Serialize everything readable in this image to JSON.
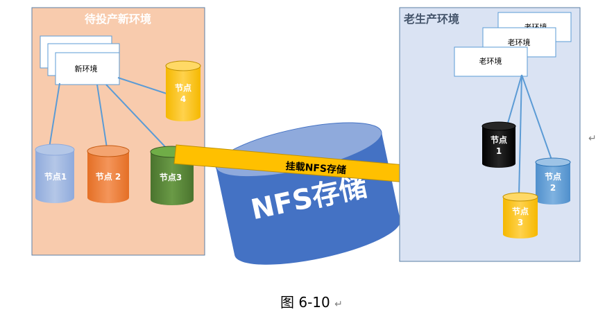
{
  "new_env": {
    "title": "待投产新环境",
    "box_label": "新环境",
    "nodes": [
      "节点1",
      "节点 2",
      "节点3"
    ],
    "node4": [
      "节点",
      "4"
    ]
  },
  "nfs": {
    "label": "NFS存储",
    "arrow_label": "挂载NFS存储"
  },
  "old_env": {
    "title": "老生产环境",
    "box_labels": [
      "老环境",
      "老环境",
      "老环境"
    ],
    "node1": [
      "节点",
      "1"
    ],
    "node2": [
      "节点",
      "2"
    ],
    "node3": [
      "节点",
      "3"
    ]
  },
  "caption": "图 6-10",
  "return_mark": "↵",
  "colors": {
    "new_env_bg": "#f8cbad",
    "old_env_bg": "#dae3f3",
    "panel_border": "#5b7fa6",
    "nfs_blue": "#4472c4",
    "arrow_gold": "#ffc000",
    "node_lavender": "#8faadc",
    "node_orange": "#ed7d31",
    "node_green": "#548235",
    "node_gold": "#ffc000",
    "node_black": "#000000",
    "node_blue": "#5b9bd5",
    "line_blue": "#5b9bd5"
  }
}
